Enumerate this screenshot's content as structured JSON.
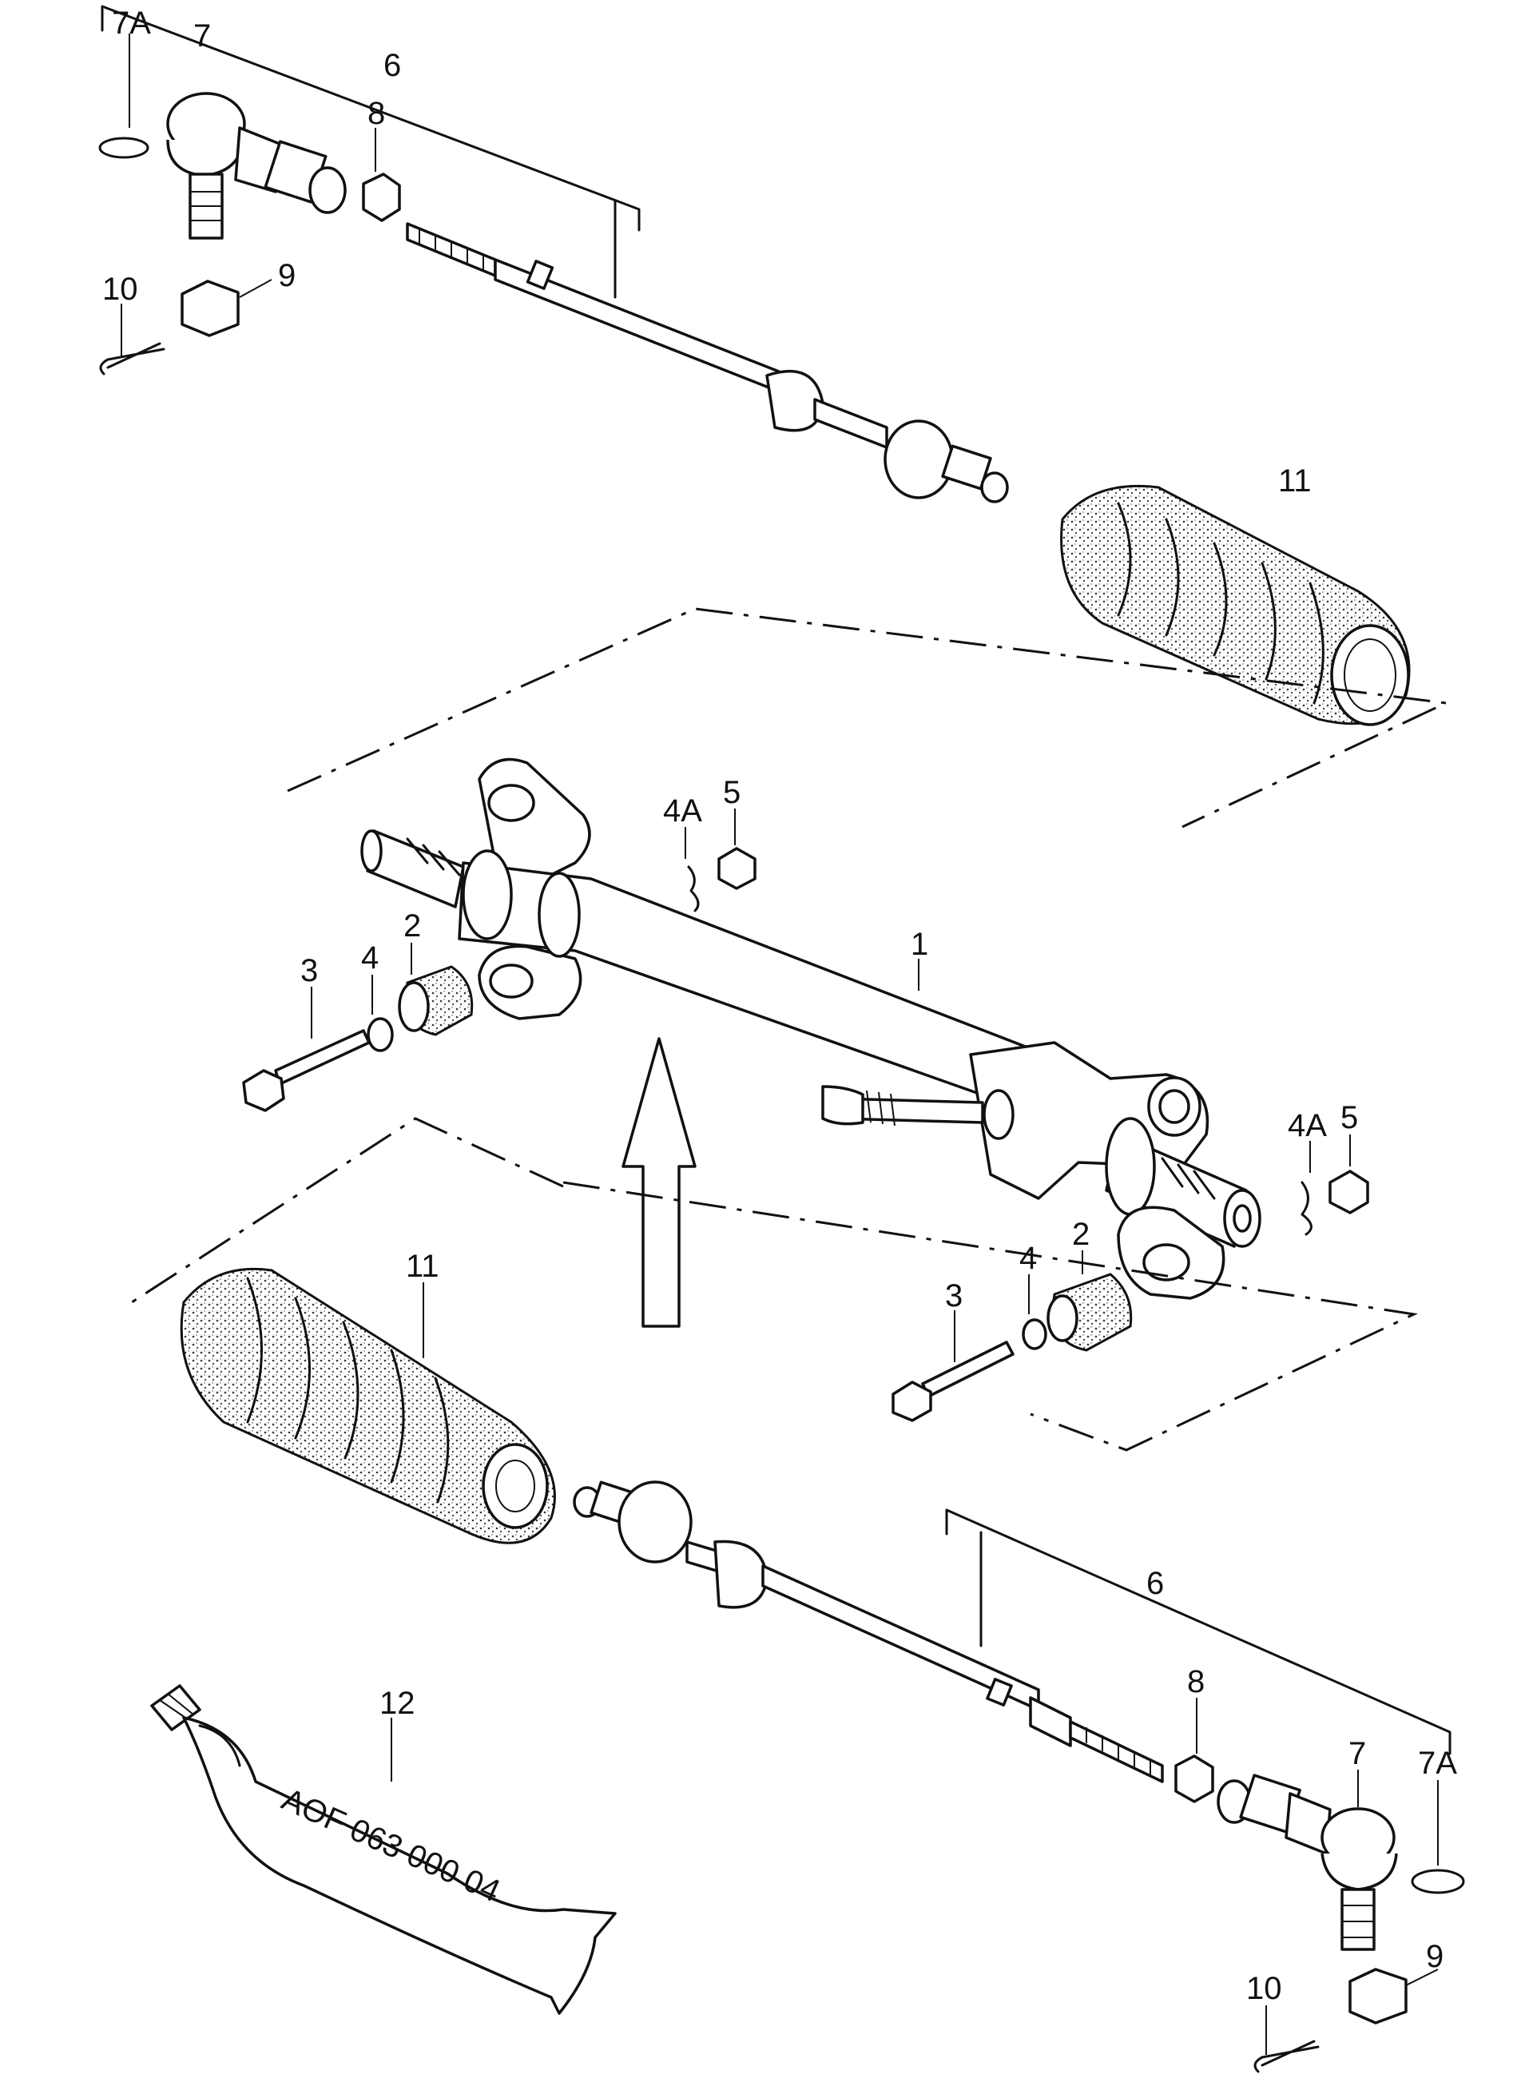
{
  "labels": {
    "housing": "1",
    "bush": "2",
    "bolt": "3",
    "washer": "4",
    "clip": "4A",
    "nut": "5",
    "tie_rod": "6",
    "tie_rod_end": "7",
    "circlip": "7A",
    "lock_nut": "8",
    "castle_nut": "9",
    "split_pin": "10",
    "boot": "11",
    "grease_tube": "12"
  },
  "grease_tube_text": "AOF 063 000 04"
}
